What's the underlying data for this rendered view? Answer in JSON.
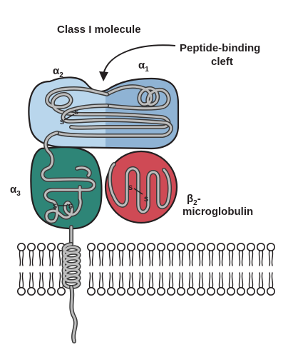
{
  "title": "Class I molecule",
  "labels": {
    "peptide_cleft_line1": "Peptide-binding",
    "peptide_cleft_line2": "cleft",
    "alpha1": "α",
    "alpha1_sub": "1",
    "alpha2": "α",
    "alpha2_sub": "2",
    "alpha3": "α",
    "alpha3_sub": "3",
    "beta2_line1": "β",
    "beta2_sub": "2",
    "beta2_dash": "-",
    "beta2_line2": "microglobulin",
    "disulfide": "S"
  },
  "colors": {
    "alpha1_fill": "#8fb3d4",
    "alpha2_fill": "#b9d6ec",
    "alpha3_fill": "#2e8577",
    "beta2_fill": "#cf4a55",
    "outline": "#231f20",
    "chain_outer": "#3a3a3a",
    "chain_inner": "#bdbdbd"
  }
}
